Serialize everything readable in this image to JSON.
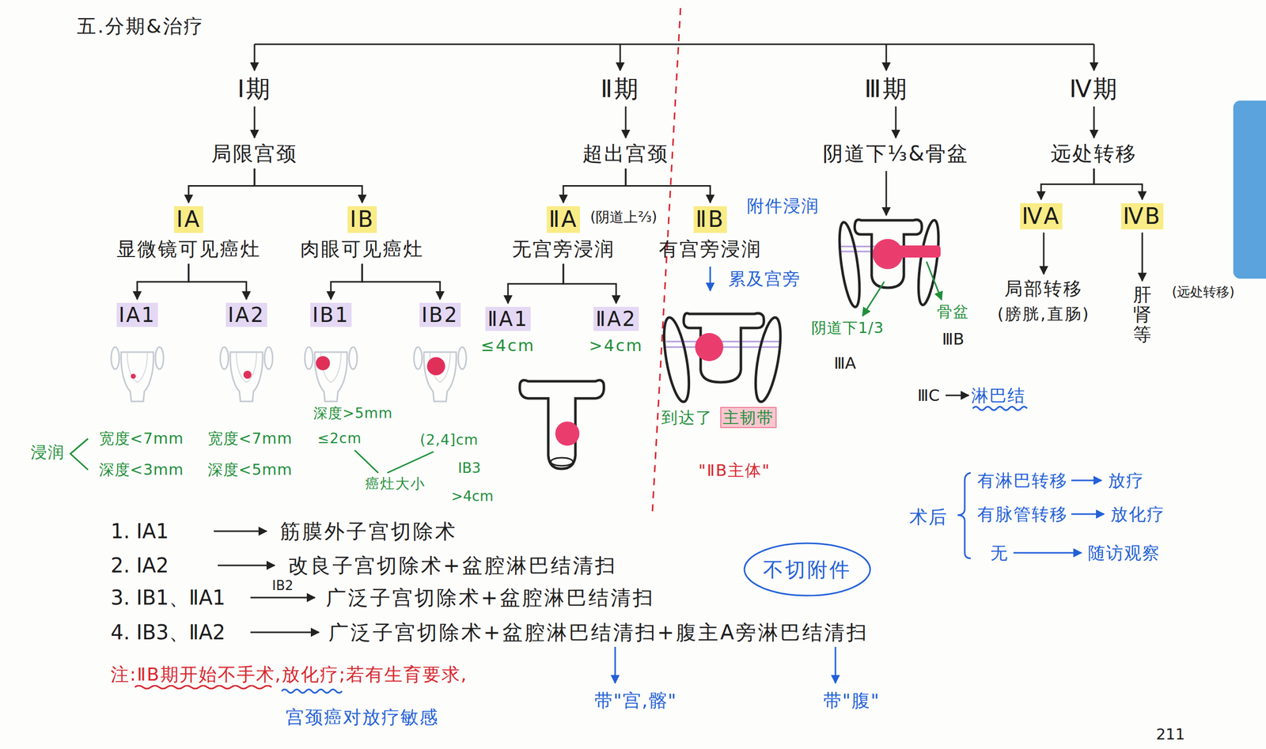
{
  "diagram": {
    "title": "五.分期&治疗",
    "nodes": [
      {
        "text": [
          "Ⅰ期"
        ]
      },
      {
        "text": [
          "局限宫颈"
        ]
      },
      {
        "text": [
          "ⅠA",
          "显微镜可见癌灶"
        ]
      },
      {
        "text": [
          "ⅠB",
          "肉眼可见癌灶"
        ]
      },
      {
        "text": [
          "ⅠA1"
        ]
      },
      {
        "text": [
          "ⅠA2"
        ]
      },
      {
        "text": [
          "ⅠB1"
        ]
      },
      {
        "text": [
          "ⅠB2"
        ]
      },
      {
        "text": [
          "Ⅱ期"
        ]
      },
      {
        "text": [
          "超出宫颈"
        ]
      },
      {
        "text": [
          "ⅡA",
          "无宫旁浸润"
        ]
      },
      {
        "text": [
          "ⅡB",
          "有宫旁浸润"
        ]
      },
      {
        "text": [
          "ⅡA1",
          "≤4cm"
        ]
      },
      {
        "text": [
          "ⅡA2",
          ">4cm"
        ]
      },
      {
        "text": [
          "Ⅲ期"
        ]
      },
      {
        "text": [
          "阴道下⅓&骨盆"
        ]
      },
      {
        "text": [
          "Ⅳ期"
        ]
      },
      {
        "text": [
          "远处转移"
        ]
      },
      {
        "text": [
          "ⅣA"
        ]
      },
      {
        "text": [
          "ⅣB"
        ]
      },
      {
        "text": [
          "局部转移",
          "(膀胱,直肠)"
        ]
      },
      {
        "text": [
          "肝肾等"
        ]
      }
    ],
    "edges": [
      {
        "from": 0,
        "to": 1,
        "arrow": "to"
      },
      {
        "from": 1,
        "to": 2,
        "arrow": "to"
      },
      {
        "from": 1,
        "to": 3,
        "arrow": "to"
      },
      {
        "from": 2,
        "to": 4,
        "arrow": "to"
      },
      {
        "from": 2,
        "to": 5,
        "arrow": "to"
      },
      {
        "from": 3,
        "to": 6,
        "arrow": "to"
      },
      {
        "from": 3,
        "to": 7,
        "arrow": "to"
      },
      {
        "from": 8,
        "to": 9,
        "arrow": "to"
      },
      {
        "from": 9,
        "to": 10,
        "arrow": "to"
      },
      {
        "from": 9,
        "to": 11,
        "arrow": "to"
      },
      {
        "from": 10,
        "to": 12,
        "arrow": "to"
      },
      {
        "from": 10,
        "to": 13,
        "arrow": "to"
      },
      {
        "from": 14,
        "to": 15,
        "arrow": "to"
      },
      {
        "from": 16,
        "to": 17,
        "arrow": "to"
      },
      {
        "from": 17,
        "to": 18,
        "arrow": "to"
      },
      {
        "from": 17,
        "to": 19,
        "arrow": "to"
      },
      {
        "from": 18,
        "to": 20,
        "arrow": "to"
      },
      {
        "from": 19,
        "to": 21,
        "arrow": "to"
      }
    ],
    "labels": [
      "附件浸润",
      "(阴道上⅔)",
      "累及宫旁",
      "到达了",
      "主韧带",
      "\"ⅡB主体\"",
      "浸润",
      "宽度<7mm",
      "深度<3mm",
      "宽度<7mm",
      "深度<5mm",
      "深度>5mm",
      "≤2cm",
      "(2,4]cm",
      "癌灶大小",
      "ⅠB3",
      ">4cm",
      "阴道下1/3",
      "ⅢA",
      "骨盆",
      "ⅢB",
      "ⅢC",
      "淋巴结",
      "(远处转移)",
      "1. ⅠA1",
      "筋膜外子宫切除术",
      "2. ⅠA2",
      "改良子宫切除术+盆腔淋巴结清扫",
      "3. ⅠB1、ⅡA1",
      "ⅠB2",
      "广泛子宫切除术+盆腔淋巴结清扫",
      "4. ⅠB3、ⅡA2",
      "广泛子宫切除术+盆腔淋巴结清扫+腹主A旁淋巴结清扫",
      "注:ⅡB期开始不手术,放化疗;若有生育要求,",
      "宫颈癌对放疗敏感",
      "带\"宫,髂\"",
      "带\"腹\"",
      "不切附件",
      "术后",
      "有淋巴转移",
      "放疗",
      "有脉管转移",
      "放化疗",
      "无",
      "随访观察",
      "211"
    ]
  }
}
